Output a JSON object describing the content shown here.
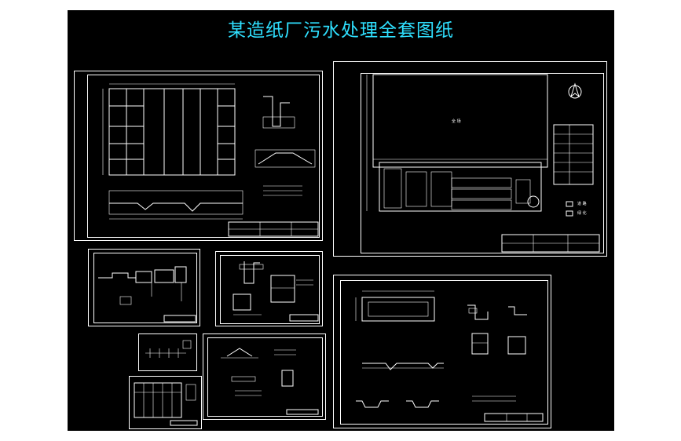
{
  "title": "某造纸厂污水处理全套图纸",
  "colors": {
    "background": "#000000",
    "title": "#2fe0ff",
    "lines": "#ffffff"
  },
  "site_plan": {
    "area_label": "全 场",
    "legend": [
      "道 路",
      "绿 化"
    ]
  }
}
